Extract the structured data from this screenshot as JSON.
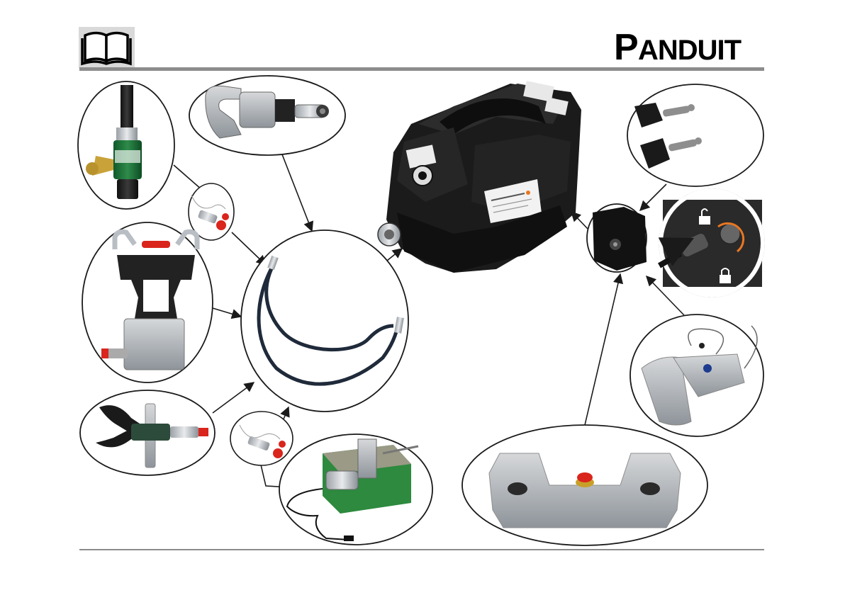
{
  "header": {
    "manual_icon": "open-book-icon",
    "brand_logo": "PANDUIT"
  },
  "diagram": {
    "center_unit": {
      "name": "hydraulic-pump",
      "label_text": "",
      "brand_color": "#1a1a1a"
    },
    "accessories": [
      {
        "name": "pressure-gauge-adapter",
        "icon": "gauge-icon"
      },
      {
        "name": "c-head-crimper",
        "icon": "crimp-head-icon"
      },
      {
        "name": "coupler-small-1",
        "icon": "coupler-icon"
      },
      {
        "name": "compression-tool",
        "icon": "crimp-tool-icon"
      },
      {
        "name": "hydraulic-hose",
        "icon": "hose-icon"
      },
      {
        "name": "cable-cutter",
        "icon": "cutter-icon"
      },
      {
        "name": "coupler-small-2",
        "icon": "coupler-icon"
      },
      {
        "name": "busbar-bender",
        "icon": "bender-icon"
      },
      {
        "name": "battery-charger-plugs",
        "icon": "plug-icon"
      },
      {
        "name": "connector-lock-detail",
        "icon": "lock-icon"
      },
      {
        "name": "foot-pedal-remote",
        "icon": "foot-pedal-icon"
      },
      {
        "name": "dual-hand-control",
        "icon": "stop-button-icon"
      }
    ],
    "accent_color": "#e87722",
    "stop_color": "#d9251c"
  }
}
